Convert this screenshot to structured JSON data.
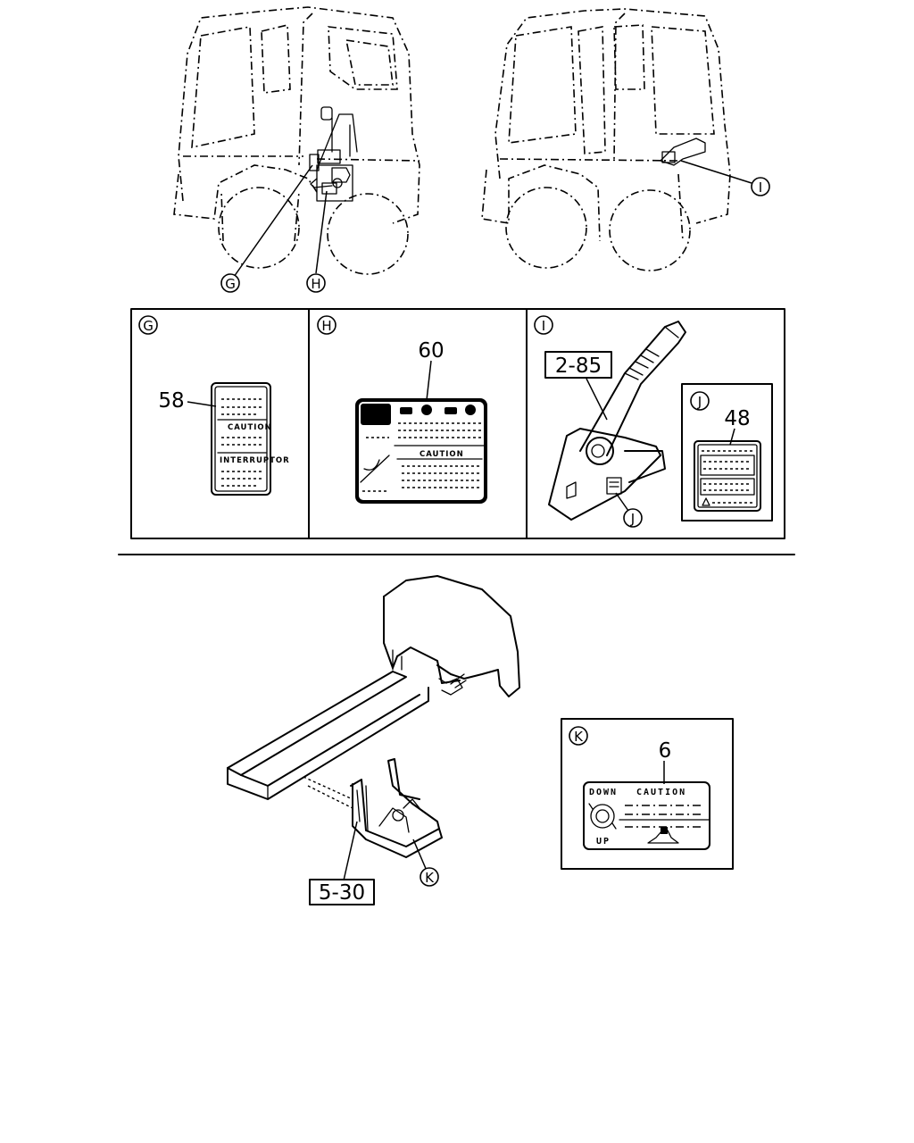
{
  "callouts": {
    "G": "G",
    "H": "H",
    "I": "I",
    "J": "J",
    "K": "K"
  },
  "part_numbers": {
    "p58": "58",
    "p60": "60",
    "p48": "48",
    "p6": "6",
    "ref_2_85": "2-85",
    "ref_5_30": "5-30"
  },
  "label_texts": {
    "g_caution": "CAUTION",
    "g_interruptor": "INTERRUPTOR",
    "h_caution": "CAUTION",
    "k_down": "DOWN",
    "k_caution": "CAUTION",
    "k_up": "UP"
  }
}
